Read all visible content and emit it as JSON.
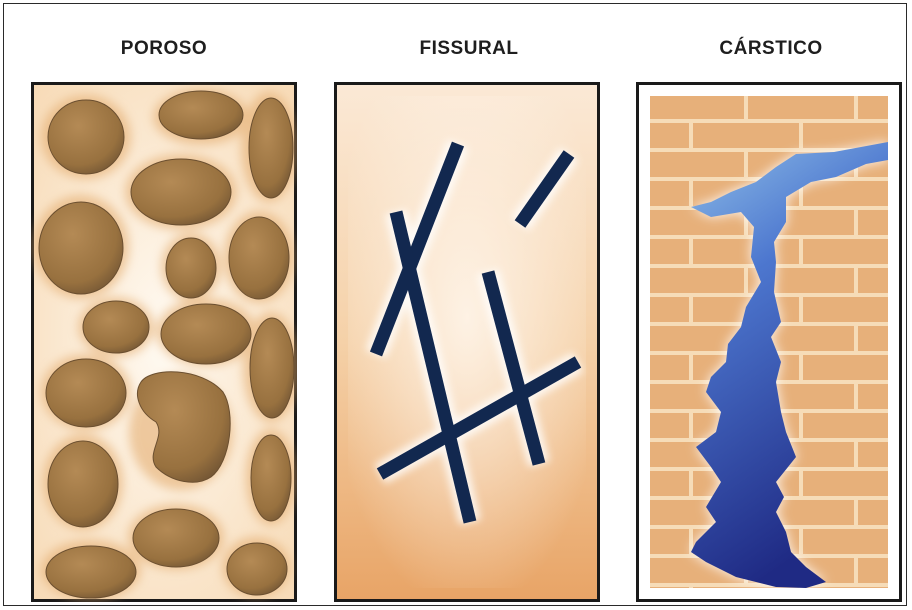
{
  "panels": [
    {
      "id": "poroso",
      "title": "POROSO",
      "icon": "porous-pebbles"
    },
    {
      "id": "fissural",
      "title": "FISSURAL",
      "icon": "fracture-lines"
    },
    {
      "id": "carstico",
      "title": "CÁRSTICO",
      "icon": "karst-conduit-bricks"
    }
  ],
  "colors": {
    "pebble": "#a07a48",
    "pebble_dark": "#6e5233",
    "sand_light": "#fff6e8",
    "sand_mid": "#f2c48e",
    "fracture": "#12284f",
    "fissural_bg_top": "#fbe6cf",
    "fissural_bg_bottom": "#e9a669",
    "brick": "#e7b07a",
    "mortar": "#f6dcb8",
    "water_light": "#8fb8e6",
    "water_dark": "#1f2a84",
    "border": "#1a1a1a"
  }
}
